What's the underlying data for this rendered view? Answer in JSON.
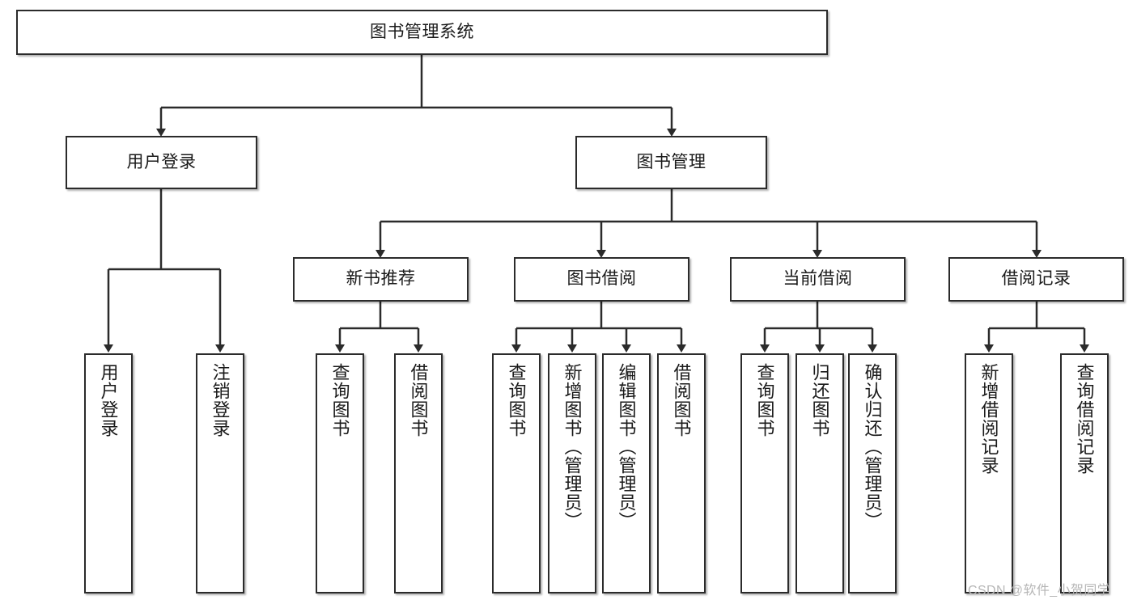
{
  "diagram": {
    "title": "图书管理系统",
    "watermark": "CSDN @软件_小贺同学",
    "colors": {
      "box_border": "#2b2b2b",
      "box_fill": "#ffffff",
      "edge": "#2b2b2b",
      "text": "#1a1a1a",
      "watermark": "#b6b6b6"
    },
    "root": {
      "label": "图书管理系统"
    },
    "level2": [
      {
        "label": "用户登录"
      },
      {
        "label": "图书管理"
      }
    ],
    "level3": [
      {
        "label": "新书推荐"
      },
      {
        "label": "图书借阅"
      },
      {
        "label": "当前借阅"
      },
      {
        "label": "借阅记录"
      }
    ],
    "leaves": {
      "user_login": [
        {
          "label": "用户登录"
        },
        {
          "label": "注销登录"
        }
      ],
      "new_book": [
        {
          "label": "查询图书"
        },
        {
          "label": "借阅图书"
        }
      ],
      "book_borrow": [
        {
          "label": "查询图书"
        },
        {
          "label": "新增图书（管理员）"
        },
        {
          "label": "编辑图书（管理员）"
        },
        {
          "label": "借阅图书"
        }
      ],
      "current_borrow": [
        {
          "label": "查询图书"
        },
        {
          "label": "归还图书"
        },
        {
          "label": "确认归还（管理员）"
        }
      ],
      "borrow_record": [
        {
          "label": "新增借阅记录"
        },
        {
          "label": "查询借阅记录"
        }
      ]
    }
  }
}
